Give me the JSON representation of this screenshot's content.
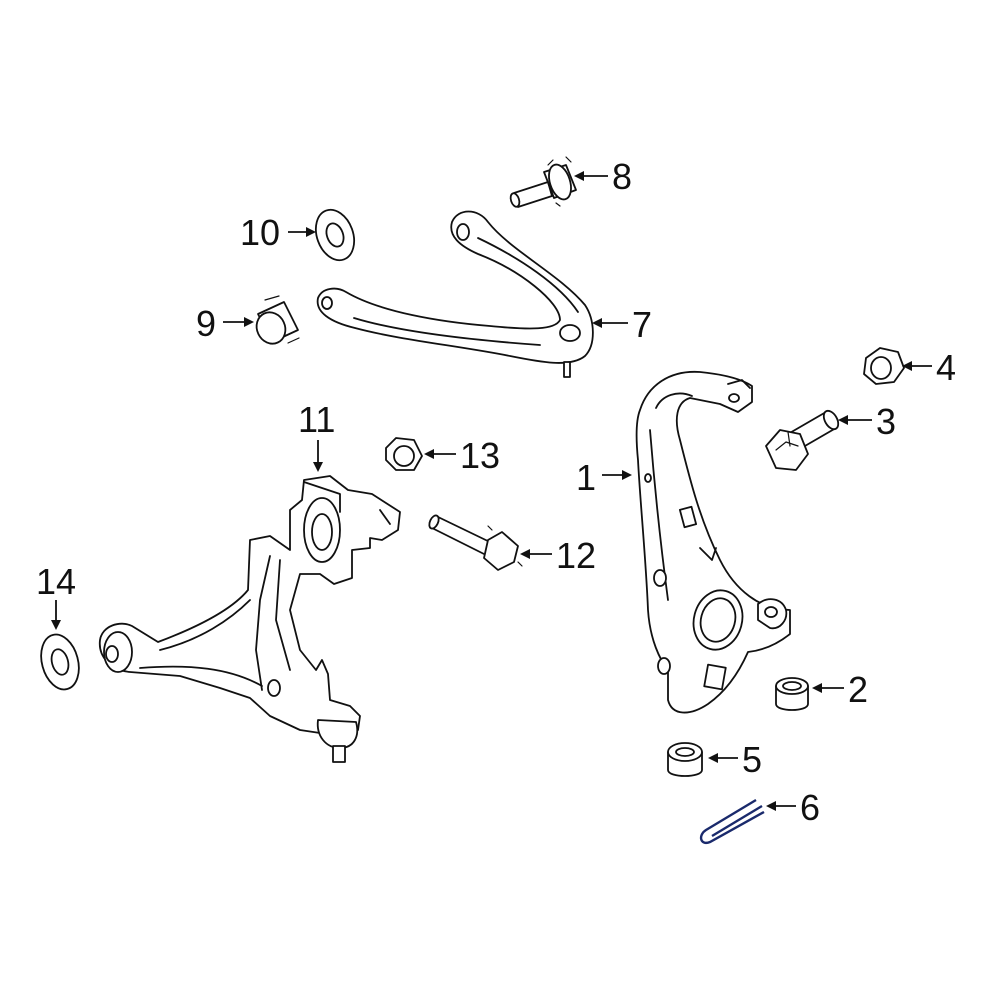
{
  "diagram": {
    "callouts": {
      "c1": "1",
      "c2": "2",
      "c3": "3",
      "c4": "4",
      "c5": "5",
      "c6": "6",
      "c7": "7",
      "c8": "8",
      "c9": "9",
      "c10": "10",
      "c11": "11",
      "c12": "12",
      "c13": "13",
      "c14": "14"
    },
    "colors": {
      "line": "#111111",
      "cotter_pin": "#1a2a6c",
      "background": "#ffffff"
    }
  }
}
